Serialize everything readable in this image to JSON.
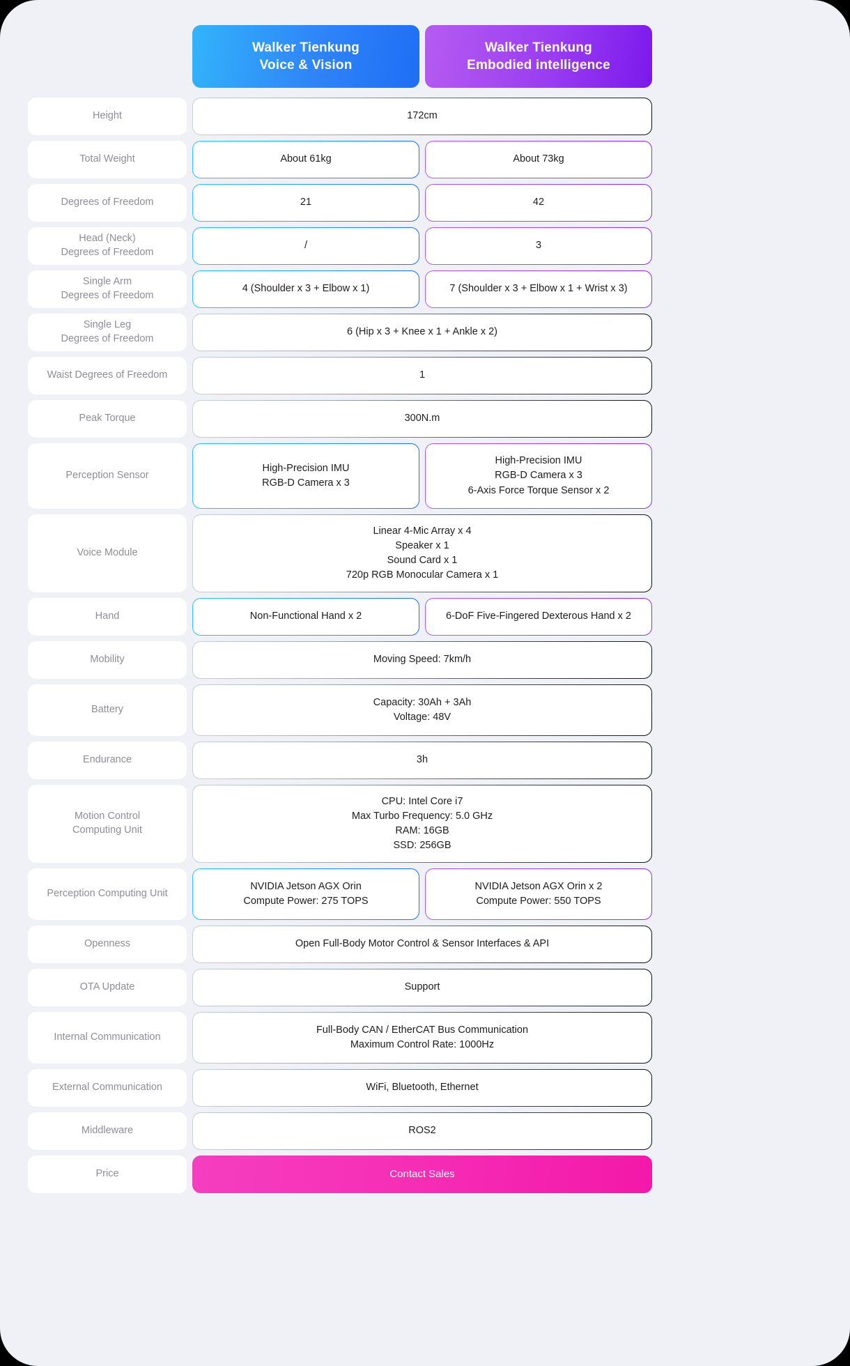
{
  "header": {
    "spacer_label": "",
    "columns": [
      {
        "title_line1": "Walker Tienkung",
        "title_line2": "Voice & Vision",
        "accent": "#2f84f8"
      },
      {
        "title_line1": "Walker Tienkung",
        "title_line2": "Embodied intelligence",
        "accent": "#9a3df2"
      }
    ]
  },
  "rows": [
    {
      "label": "Height",
      "span": "full",
      "value": "172cm",
      "size": "h-sm"
    },
    {
      "label": "Total Weight",
      "span": "split",
      "left": "About 61kg",
      "right": "About 73kg",
      "size": "h-sm"
    },
    {
      "label": "Degrees of Freedom",
      "span": "split",
      "left": "21",
      "right": "42",
      "size": "h-sm"
    },
    {
      "label": "Head (Neck)\nDegrees of Freedom",
      "span": "split",
      "left": "/",
      "right": "3",
      "size": "h-sm"
    },
    {
      "label": "Single Arm\nDegrees of Freedom",
      "span": "split",
      "left": "4 (Shoulder x 3 + Elbow x 1)",
      "right": "7 (Shoulder x 3 + Elbow x 1 + Wrist x 3)",
      "size": "h-sm"
    },
    {
      "label": "Single Leg\nDegrees of Freedom",
      "span": "full",
      "value": "6 (Hip x 3 + Knee x 1 + Ankle x 2)",
      "size": "h-sm"
    },
    {
      "label": "Waist Degrees of Freedom",
      "span": "full",
      "value": "1",
      "size": "h-sm"
    },
    {
      "label": "Peak Torque",
      "span": "full",
      "value": "300N.m",
      "size": "h-sm"
    },
    {
      "label": "Perception Sensor",
      "span": "split",
      "left": "High-Precision IMU\nRGB-D Camera x 3",
      "right": "High-Precision IMU\nRGB-D Camera x 3\n6-Axis Force Torque Sensor x 2",
      "size": "h-xl"
    },
    {
      "label": "Voice Module",
      "span": "full",
      "value": "Linear 4-Mic Array x 4\nSpeaker x 1\nSound Card x 1\n720p RGB Monocular Camera x 1",
      "size": "h-xxl"
    },
    {
      "label": "Hand",
      "span": "split",
      "left": "Non-Functional Hand x 2",
      "right": "6-DoF Five-Fingered Dexterous Hand x 2",
      "size": "h-sm"
    },
    {
      "label": "Mobility",
      "span": "full",
      "value": "Moving Speed: 7km/h",
      "size": "h-sm"
    },
    {
      "label": "Battery",
      "span": "full",
      "value": "Capacity: 30Ah + 3Ah\nVoltage: 48V",
      "size": "h-lg"
    },
    {
      "label": "Endurance",
      "span": "full",
      "value": "3h",
      "size": "h-sm"
    },
    {
      "label": "Motion Control\nComputing Unit",
      "span": "full",
      "value": "CPU: Intel Core i7\nMax Turbo Frequency: 5.0 GHz\nRAM: 16GB\nSSD: 256GB",
      "size": "h-xxl"
    },
    {
      "label": "Perception Computing Unit",
      "span": "split",
      "left": "NVIDIA Jetson AGX Orin\nCompute Power: 275 TOPS",
      "right": "NVIDIA Jetson AGX Orin x 2\nCompute Power: 550 TOPS",
      "size": "h-lg"
    },
    {
      "label": "Openness",
      "span": "full",
      "value": "Open Full-Body Motor Control & Sensor Interfaces & API",
      "size": "h-sm"
    },
    {
      "label": "OTA Update",
      "span": "full",
      "value": "Support",
      "size": "h-sm"
    },
    {
      "label": "Internal Communication",
      "span": "full",
      "value": "Full-Body CAN / EtherCAT Bus Communication\nMaximum Control Rate: 1000Hz",
      "size": "h-lg"
    },
    {
      "label": "External Communication",
      "span": "full",
      "value": "WiFi, Bluetooth, Ethernet",
      "size": "h-sm"
    },
    {
      "label": "Middleware",
      "span": "full",
      "value": "ROS2",
      "size": "h-sm"
    },
    {
      "label": "Price",
      "span": "cta",
      "value": "Contact Sales",
      "size": "h-sm"
    }
  ],
  "theme": {
    "background": "#eff1f6",
    "label_text": "#8e8e96",
    "value_text": "#1d1d20",
    "blue_accent": "#2f84f8",
    "purple_accent": "#9a3df2",
    "cta_accent": "#f62fb6"
  }
}
